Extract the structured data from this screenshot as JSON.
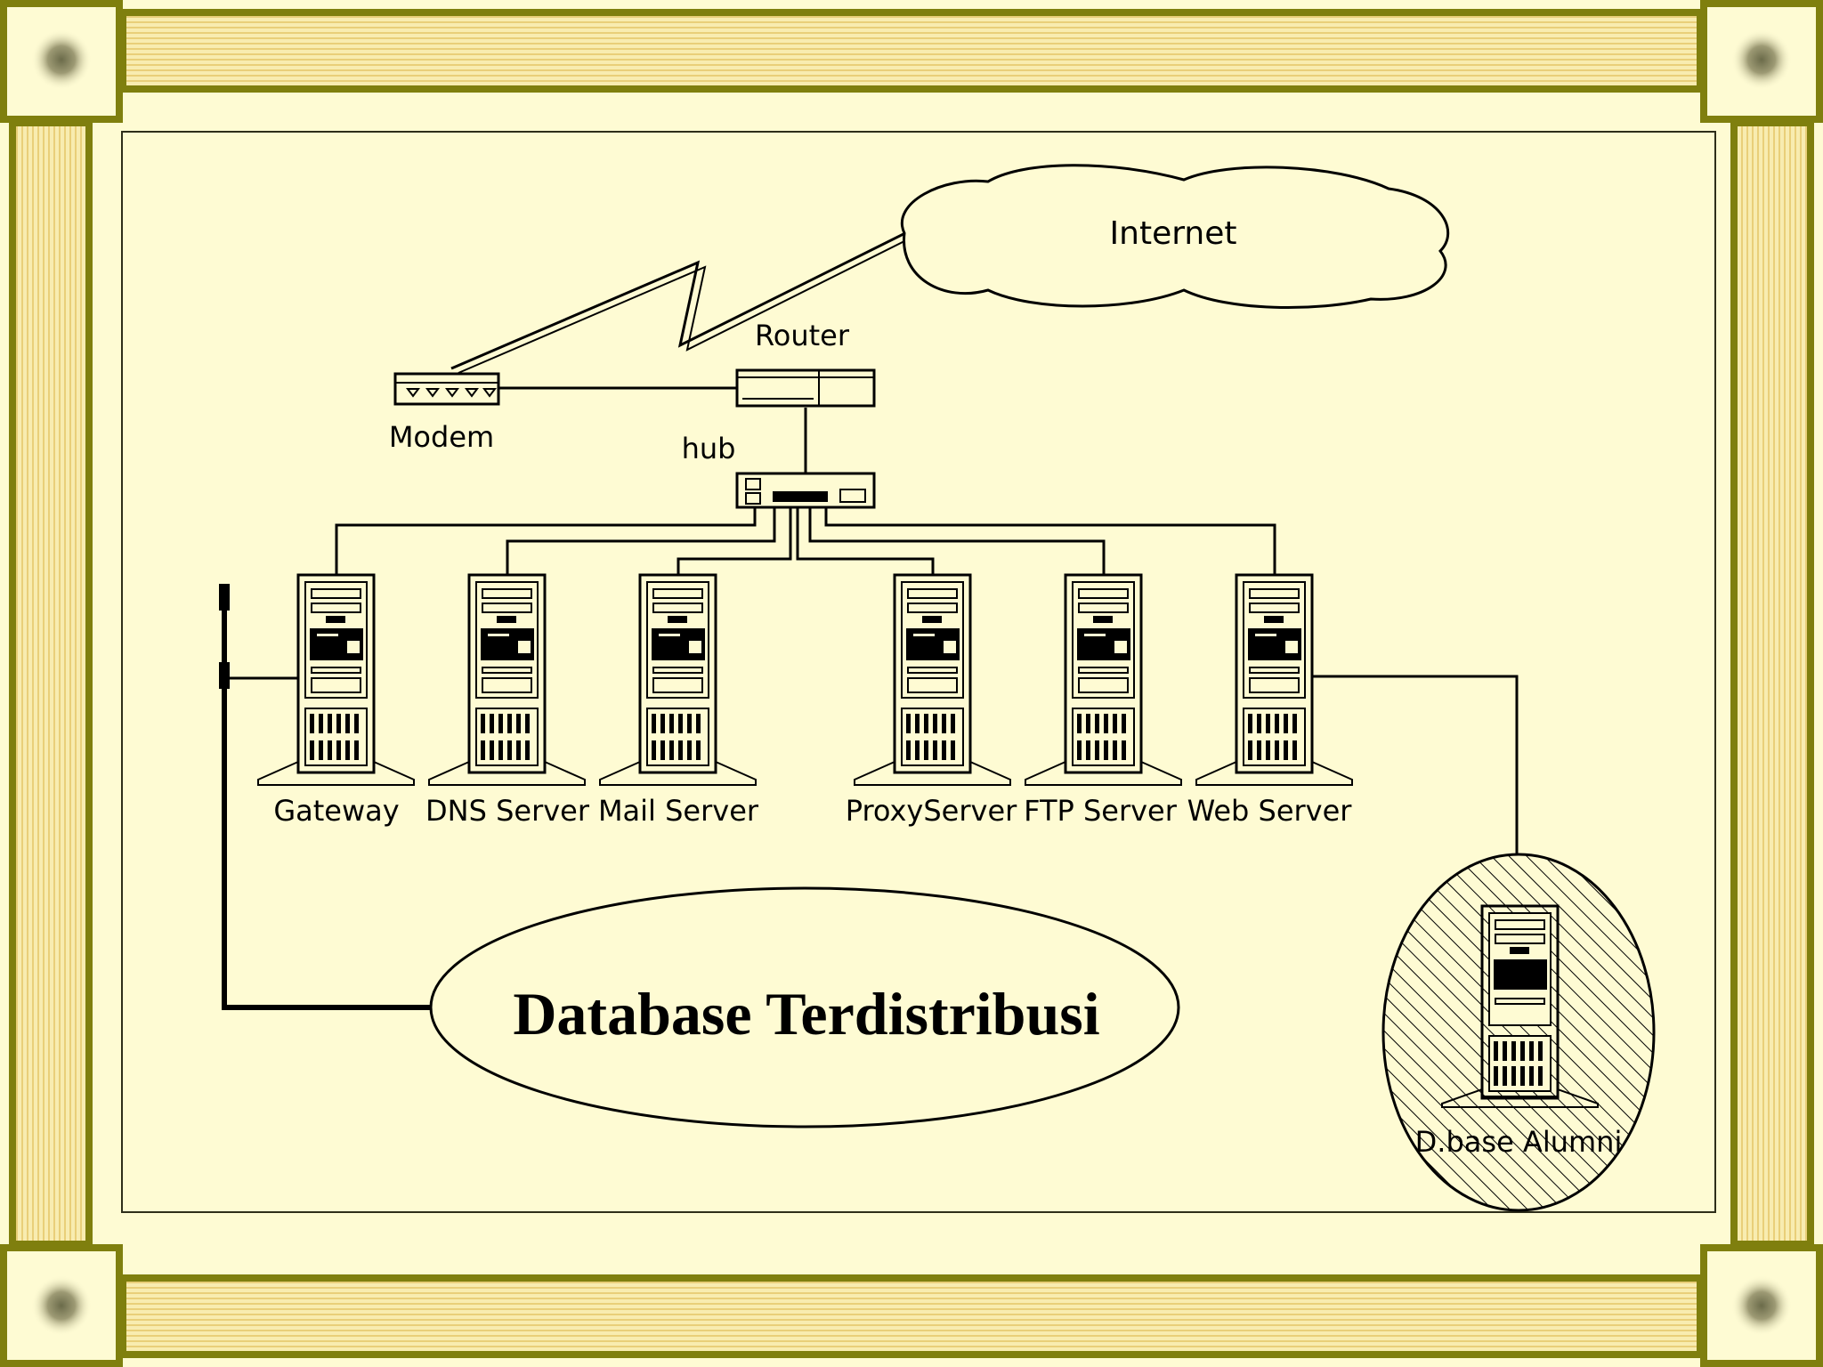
{
  "slide": {
    "title": "Database Terdistribusi",
    "colors": {
      "background": "#fefbd3",
      "frame_olive": "#7f7f0e",
      "frame_stripe": "#f6e4a0",
      "line": "#000000"
    }
  },
  "diagram": {
    "cloud_label": "Internet",
    "router_label": "Router",
    "modem_label": "Modem",
    "hub_label": "hub",
    "servers": [
      {
        "name": "gateway",
        "label": "Gateway"
      },
      {
        "name": "dns-server",
        "label": "DNS Server"
      },
      {
        "name": "mail-server",
        "label": "Mail Server"
      },
      {
        "name": "proxy-server",
        "label": "ProxyServer"
      },
      {
        "name": "ftp-server",
        "label": "FTP Server"
      },
      {
        "name": "web-server",
        "label": "Web Server"
      }
    ],
    "alumni_label": "D.base Alumni",
    "icons": [
      "cloud-icon",
      "modem-icon",
      "router-icon",
      "hub-icon",
      "server-tower-icon"
    ]
  }
}
